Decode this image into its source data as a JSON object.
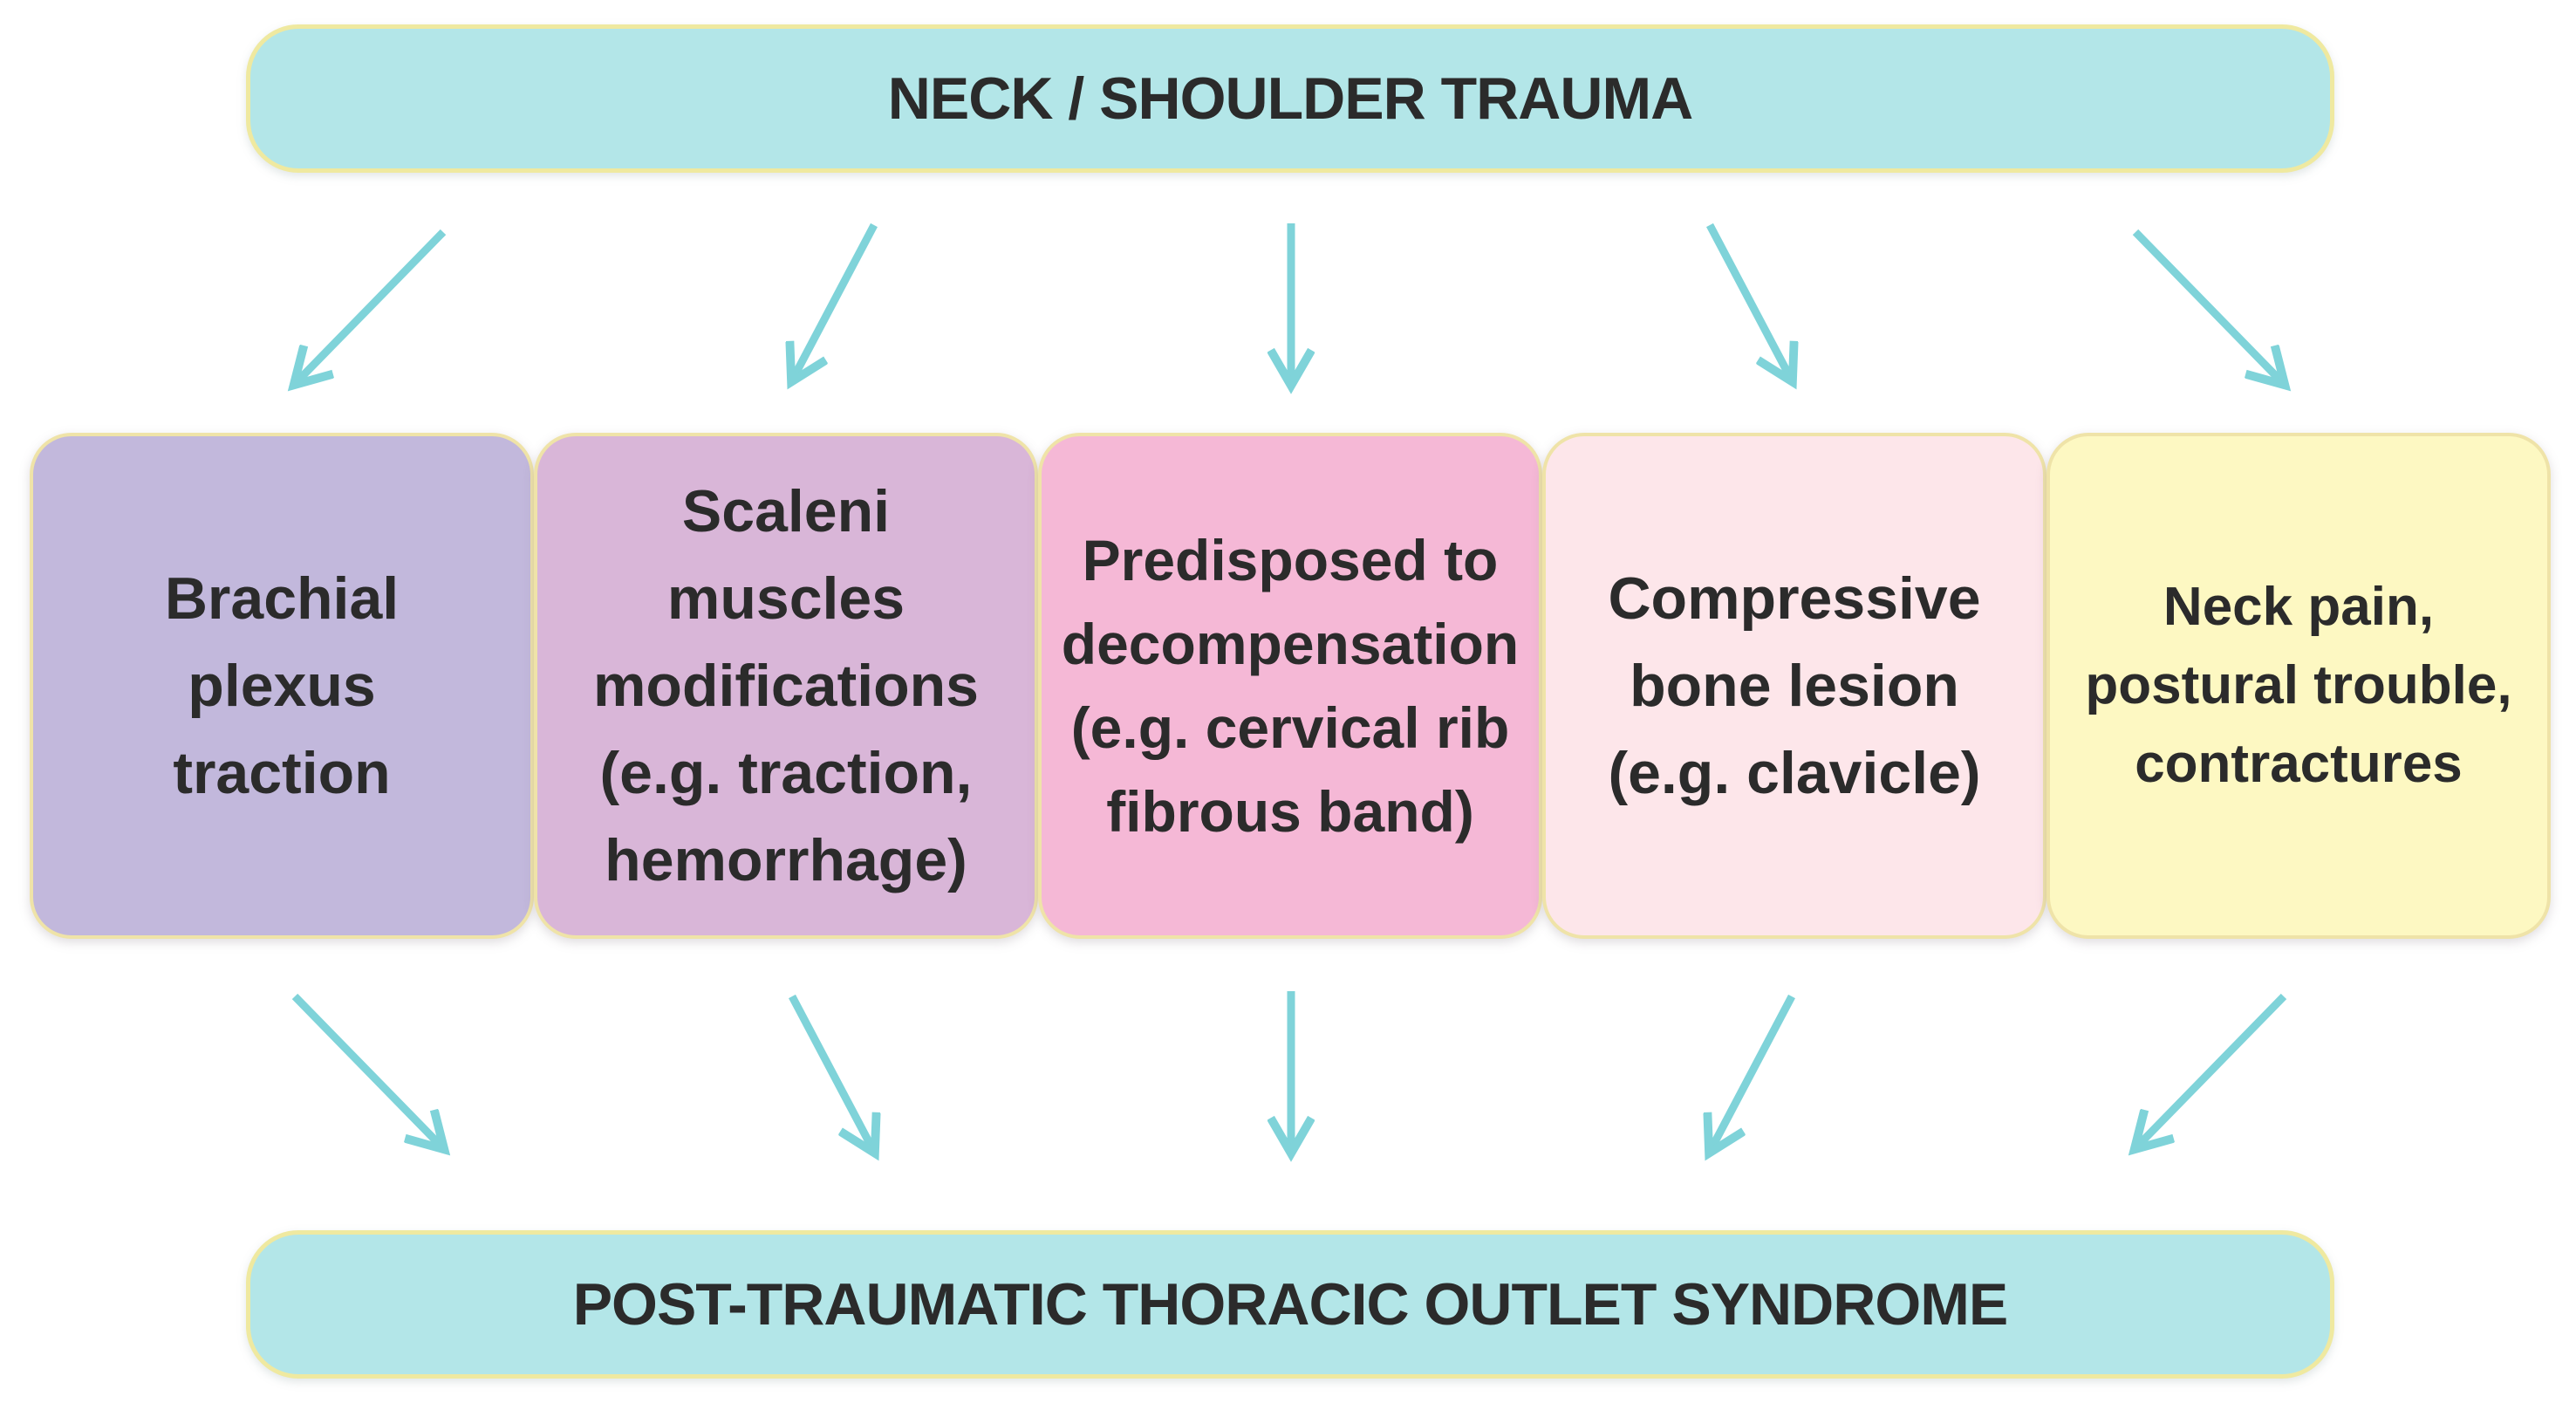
{
  "top_banner": {
    "text": "NECK / SHOULDER TRAUMA"
  },
  "boxes": [
    {
      "text": "Brachial\nplexus\ntraction"
    },
    {
      "text": "Scaleni\nmuscles\nmodifications\n(e.g. traction,\nhemorrhage)"
    },
    {
      "text": "Predisposed to\ndecompensation\n(e.g. cervical rib\nfibrous band)"
    },
    {
      "text": "Compressive\nbone lesion\n(e.g. clavicle)"
    },
    {
      "text": "Neck pain,\npostural trouble,\ncontractures"
    }
  ],
  "bottom_banner": {
    "text": "POST-TRAUMATIC THORACIC OUTLET SYNDROME"
  },
  "colors": {
    "arrow": "#7fd3d9",
    "banner_fill": "#b3e6e8",
    "banner_border": "#efe9a0",
    "box_fills": [
      "#c2b8dc",
      "#d9b6d8",
      "#f5b8d6",
      "#fde6ea",
      "#fdf8c2"
    ]
  }
}
